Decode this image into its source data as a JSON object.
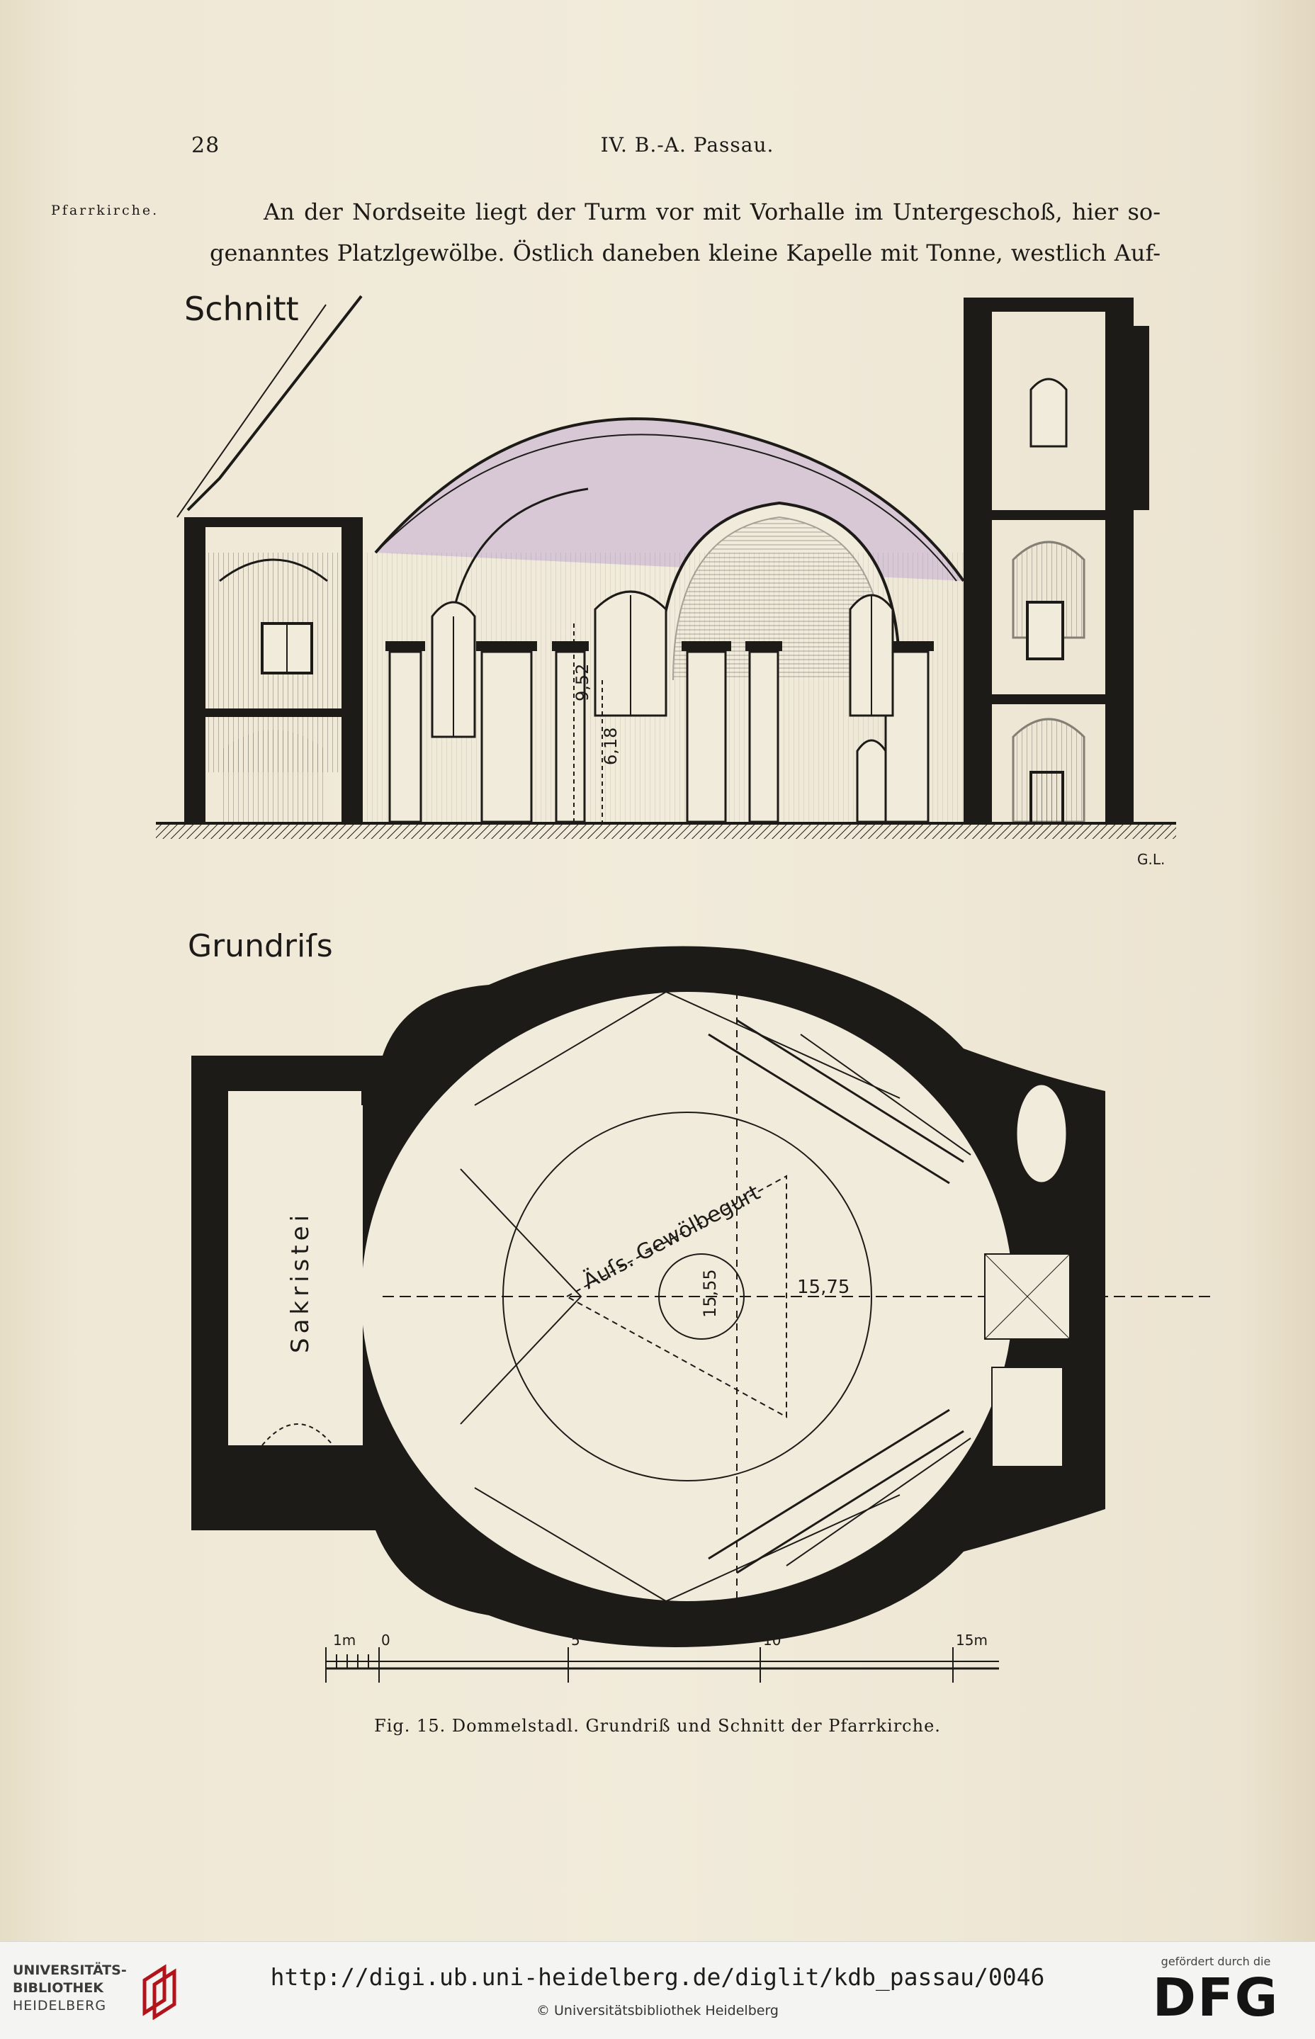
{
  "header": {
    "page_number": "28",
    "section_title": "IV. B.-A. Passau."
  },
  "margin_note": "Pfarrkirche.",
  "body_lines": [
    "An der Nordseite liegt der Turm vor mit Vorhalle im Untergeschoß, hier so-",
    "genanntes Platzlgewölbe. Östlich daneben kleine Kapelle mit Tonne, westlich Auf-"
  ],
  "figure": {
    "section_label": "Schnitt",
    "plan_label": "Grundriſs",
    "sacristy_label": "Sakristei",
    "vault_label": "Äuſs. Gewölbegurt",
    "dim_height_1": "9,52",
    "dim_height_2": "6,18",
    "dim_width": "15,75",
    "dim_circle": "15,55",
    "signature": "G.L.",
    "scale": {
      "unit_start": "1m",
      "ticks": [
        "0",
        "5",
        "10",
        "15m"
      ]
    },
    "colors": {
      "ink": "#1d1b18",
      "vault_tint": "#a88fa5"
    }
  },
  "caption": "Fig. 15. Dommelstadl. Grundriß und Schnitt der Pfarrkirche.",
  "footer": {
    "library_lines": [
      "UNIVERSITÄTS-",
      "BIBLIOTHEK",
      "HEIDELBERG"
    ],
    "url": "http://digi.ub.uni-heidelberg.de/diglit/kdb_passau/0046",
    "copyright": "© Universitätsbibliothek Heidelberg",
    "sponsor_text": "gefördert durch die",
    "sponsor_logo": "DFG"
  }
}
